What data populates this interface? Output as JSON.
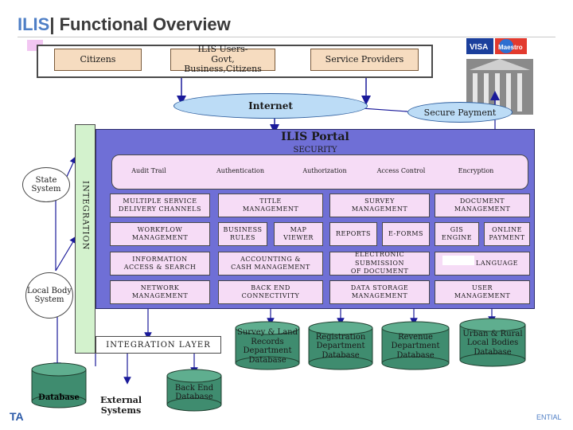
{
  "header": {
    "brand": "ILIS",
    "separator": "|",
    "title": " Functional Overview"
  },
  "users": {
    "citizens": "Citizens",
    "ilis_users": "ILIS Users-\nGovt, Business,Citizens",
    "service_providers": "Service Providers"
  },
  "clouds": {
    "internet": "Internet",
    "secure_payment": "Secure Payment"
  },
  "cards": {
    "visa": "VISA",
    "maestro": "Maestro"
  },
  "portal": {
    "title": "ILIS Portal",
    "security_label": "SECURITY",
    "security_items": [
      "Audit Trail",
      "Authentication",
      "Authorization",
      "Access Control",
      "Encryption"
    ],
    "modules": {
      "multiple_service": "MULTIPLE SERVICE\nDELIVERY CHANNELS",
      "title_mgmt": "TITLE\nMANAGEMENT",
      "survey_mgmt": "SURVEY\nMANAGEMENT",
      "document_mgmt": "DOCUMENT\nMANAGEMENT",
      "workflow_mgmt": "WORKFLOW\nMANAGEMENT",
      "business_rules": "BUSINESS\nRULES",
      "map_viewer": "MAP\nVIEWER",
      "reports": "REPORTS",
      "eforms": "E-FORMS",
      "gis_engine": "GIS\nENGINE",
      "online_payment": "ONLINE\nPAYMENT",
      "information_access": "INFORMATION\nACCESS & SEARCH",
      "accounting": "ACCOUNTING &\nCASH MANAGEMENT",
      "electronic_submission": "ELECTRONIC SUBMISSION\nOF DOCUMENT",
      "language": "LANGUAGE",
      "network_mgmt": "NETWORK\nMANAGEMENT",
      "back_end": "BACK END\nCONNECTIVITY",
      "data_storage": "DATA STORAGE\nMANAGEMENT",
      "user_mgmt": "USER\nMANAGEMENT"
    }
  },
  "integration": {
    "vertical": "INTEGRATION",
    "layer": "INTEGRATION LAYER"
  },
  "systems": {
    "state": "State\nSystem",
    "local_body": "Local Body\nSystem",
    "database": "Database",
    "external": "External\nSystems",
    "back_end_db": "Back End\nDatabase"
  },
  "databases": {
    "survey_land": "Survey & Land\nRecords Department\nDatabase",
    "registration": "Registration\nDepartment\nDatabase",
    "revenue": "Revenue\nDepartment\nDatabase",
    "urban_rural": "Urban & Rural\nLocal Bodies\nDatabase"
  },
  "footer": {
    "left": "TA",
    "right": "ENTIAL"
  },
  "colors": {
    "portal": "#6f6fd6",
    "module": "#f6dcf6",
    "integration": "#d3f2cd",
    "database": "#3f8c6f",
    "cloud": "#bcdcf6",
    "user_box": "#f6dcc0"
  }
}
